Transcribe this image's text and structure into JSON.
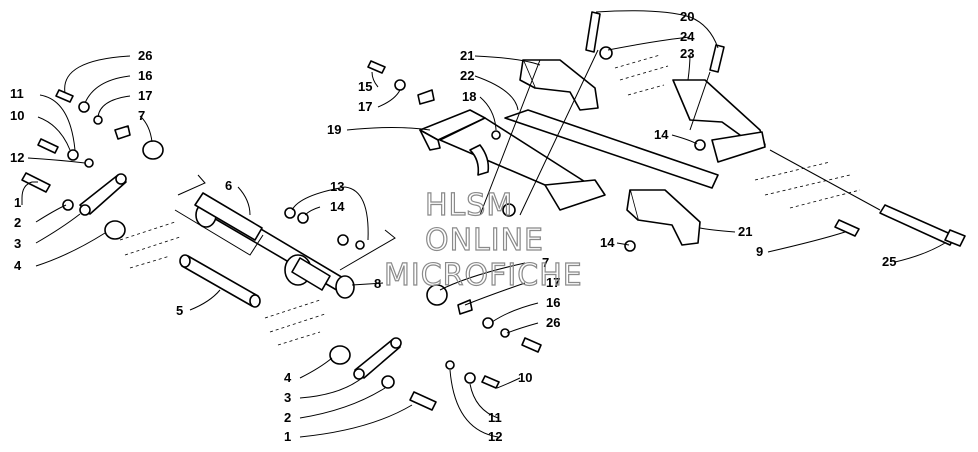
{
  "watermark": {
    "line1": "HLSM",
    "line2": "ONLINE",
    "line3": "MICROFICHE"
  },
  "callouts": [
    {
      "id": "c1a",
      "text": "1"
    },
    {
      "id": "c2a",
      "text": "2"
    },
    {
      "id": "c3a",
      "text": "3"
    },
    {
      "id": "c4a",
      "text": "4"
    },
    {
      "id": "c10a",
      "text": "10"
    },
    {
      "id": "c11a",
      "text": "11"
    },
    {
      "id": "c12a",
      "text": "12"
    },
    {
      "id": "c26a",
      "text": "26"
    },
    {
      "id": "c16a",
      "text": "16"
    },
    {
      "id": "c17a",
      "text": "17"
    },
    {
      "id": "c7a",
      "text": "7"
    },
    {
      "id": "c6",
      "text": "6"
    },
    {
      "id": "c5",
      "text": "5"
    },
    {
      "id": "c13",
      "text": "13"
    },
    {
      "id": "c14a",
      "text": "14"
    },
    {
      "id": "c8",
      "text": "8"
    },
    {
      "id": "c15",
      "text": "15"
    },
    {
      "id": "c17b",
      "text": "17"
    },
    {
      "id": "c18",
      "text": "18"
    },
    {
      "id": "c19",
      "text": "19"
    },
    {
      "id": "c21a",
      "text": "21"
    },
    {
      "id": "c22",
      "text": "22"
    },
    {
      "id": "c20",
      "text": "20"
    },
    {
      "id": "c24",
      "text": "24"
    },
    {
      "id": "c23",
      "text": "23"
    },
    {
      "id": "c14b",
      "text": "14"
    },
    {
      "id": "c21b",
      "text": "21"
    },
    {
      "id": "c14c",
      "text": "14"
    },
    {
      "id": "c9",
      "text": "9"
    },
    {
      "id": "c25",
      "text": "25"
    },
    {
      "id": "c7b",
      "text": "7"
    },
    {
      "id": "c17c",
      "text": "17"
    },
    {
      "id": "c16b",
      "text": "16"
    },
    {
      "id": "c26b",
      "text": "26"
    },
    {
      "id": "c10b",
      "text": "10"
    },
    {
      "id": "c11b",
      "text": "11"
    },
    {
      "id": "c12b",
      "text": "12"
    },
    {
      "id": "c4b",
      "text": "4"
    },
    {
      "id": "c3b",
      "text": "3"
    },
    {
      "id": "c2b",
      "text": "2"
    },
    {
      "id": "c1b",
      "text": "1"
    }
  ]
}
